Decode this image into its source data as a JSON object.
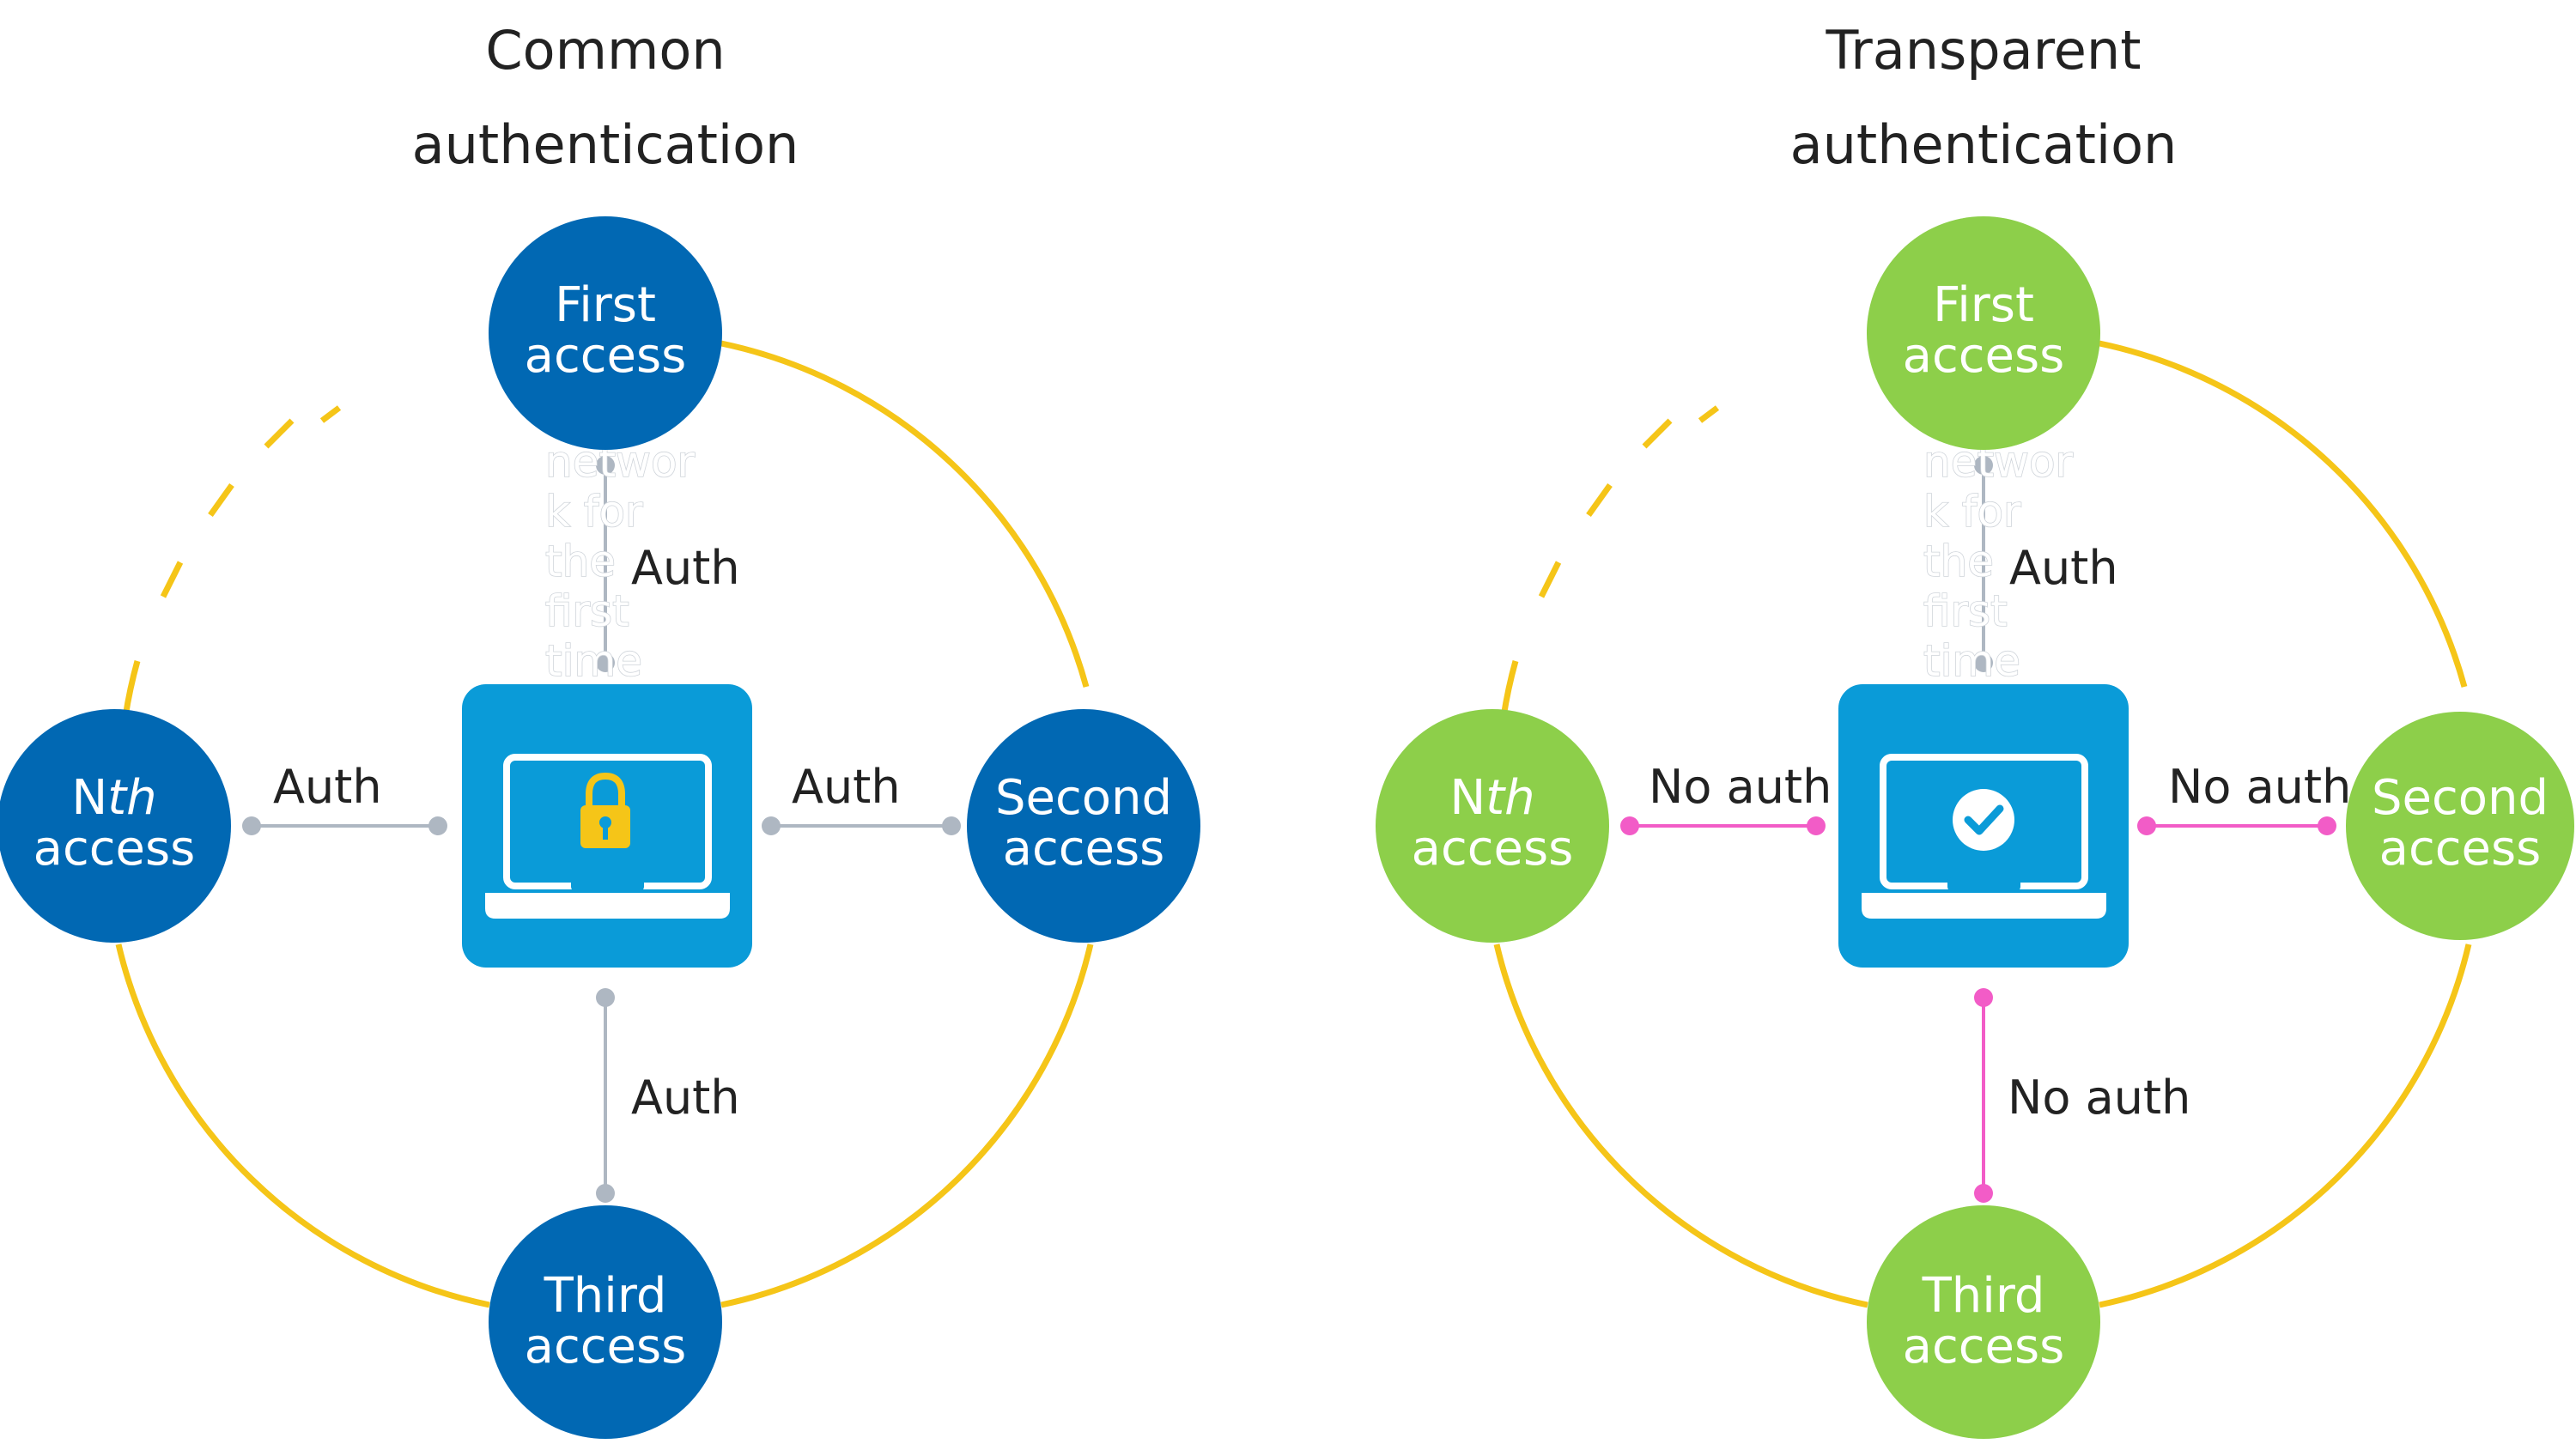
{
  "colors": {
    "ring": "#F5C518",
    "common_node": "#0168B3",
    "transparent_node": "#8DCF4A",
    "device_box": "#0A9BD8",
    "auth_line": "#AEB7C2",
    "noauth_line": "#F25CC7",
    "lock": "#F5C518"
  },
  "icons": {
    "common_device": "laptop-lock-icon",
    "transparent_device": "laptop-check-icon"
  },
  "common": {
    "title_line1": "Common",
    "title_line2": "authentication",
    "first": {
      "line1": "First",
      "line2": "access"
    },
    "second": {
      "line1": "Second",
      "line2": "access"
    },
    "third": {
      "line1": "Third",
      "line2": "access"
    },
    "nth": {
      "n": "N",
      "th": "th",
      "line2": "access"
    },
    "label_first": "Auth",
    "label_second": "Auth",
    "label_third": "Auth",
    "label_nth": "Auth",
    "ghost_lines": [
      "networ",
      "k for",
      "the",
      "first",
      "time"
    ]
  },
  "transparent": {
    "title_line1": "Transparent",
    "title_line2": "authentication",
    "first": {
      "line1": "First",
      "line2": "access"
    },
    "second": {
      "line1": "Second",
      "line2": "access"
    },
    "third": {
      "line1": "Third",
      "line2": "access"
    },
    "nth": {
      "n": "N",
      "th": "th",
      "line2": "access"
    },
    "label_first": "Auth",
    "label_second": "No auth",
    "label_third": "No auth",
    "label_nth": "No auth",
    "ghost_lines": [
      "networ",
      "k for",
      "the",
      "first",
      "time"
    ]
  }
}
